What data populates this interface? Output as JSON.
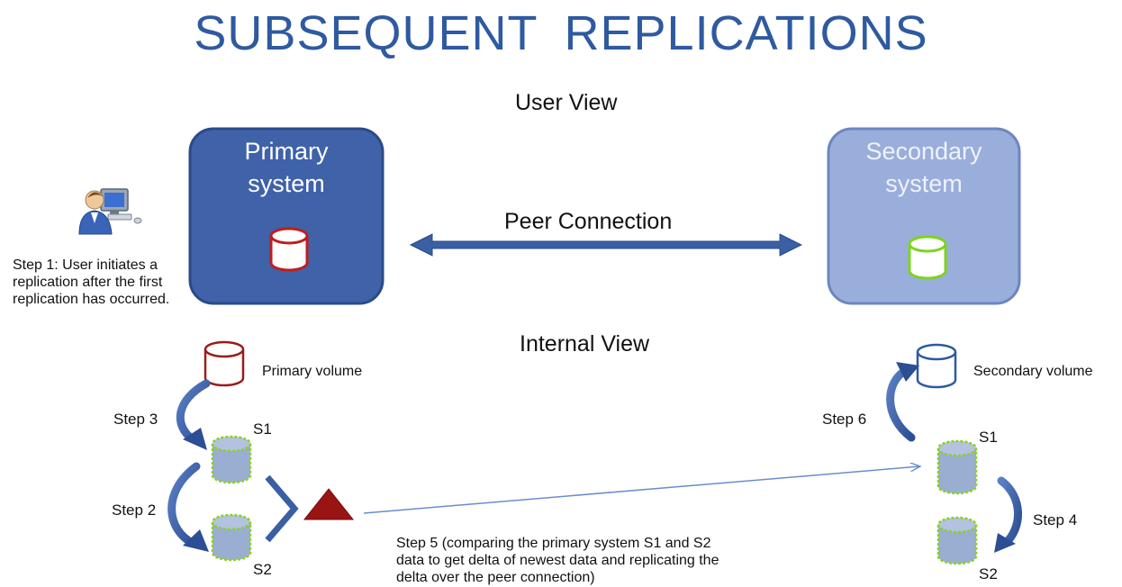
{
  "title": "SUBSEQUENT  REPLICATIONS",
  "user_view_label": "User View",
  "internal_view_label": "Internal View",
  "primary_system": {
    "line1": "Primary",
    "line2": "system"
  },
  "secondary_system": {
    "line1": "Secondary",
    "line2": "system"
  },
  "peer_connection_label": "Peer Connection",
  "step1": {
    "line1": "Step 1: User initiates a",
    "line2": "replication after the first",
    "line3": "replication has occurred."
  },
  "primary_volume_label": "Primary volume",
  "secondary_volume_label": "Secondary volume",
  "step2_label": "Step 2",
  "step3_label": "Step 3",
  "step4_label": "Step 4",
  "step6_label": "Step 6",
  "step5": {
    "line1": "Step 5 (comparing the primary system S1 and S2",
    "line2": "data to get delta of newest data and replicating the",
    "line3": "delta over the peer connection)"
  },
  "snapshots": {
    "left_s1": "S1",
    "left_s2": "S2",
    "right_s1": "S1",
    "right_s2": "S2"
  },
  "colors": {
    "title": "#2e5aa0",
    "primary_box": "#3f62a8",
    "secondary_box": "#9aaedb",
    "primary_db": "#b81a1a",
    "secondary_db": "#7ed321",
    "volume_red": "#9b1c1c",
    "volume_blue": "#2e5aa0",
    "snapshot_fill": "#9aaed2",
    "snapshot_border": "#8ccf2a",
    "arrow": "#3a5fa3",
    "delta": "#9b1414"
  }
}
